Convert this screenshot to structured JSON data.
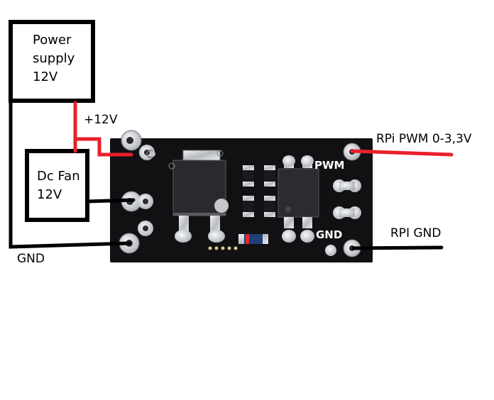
{
  "labels": {
    "power_supply": "Power supply 12V",
    "plus12v": "+12V",
    "dc_fan": "Dc Fan 12V",
    "gnd_left": "GND",
    "rpi_pwm": "RPi PWM 0-3,3V",
    "rpi_gnd": "RPI GND"
  },
  "board": {
    "silk_pwm": "PWM",
    "silk_gnd": "GND"
  },
  "colors": {
    "wire_red": "#e8202a",
    "wire_black": "#000000",
    "board": "#101012",
    "pad_silver": "#c9ccd0"
  }
}
